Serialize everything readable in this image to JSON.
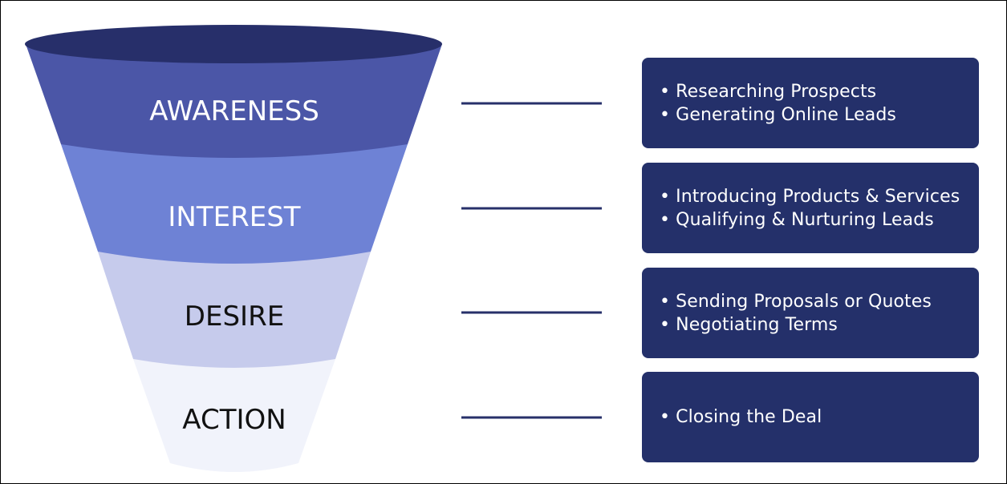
{
  "stages": [
    {
      "label": "AWARENESS",
      "fill": "#4b56a7",
      "text_color": "#ffffff",
      "items": [
        "• Researching Prospects",
        "• Generating Online Leads"
      ]
    },
    {
      "label": "INTEREST",
      "fill": "#6e82d5",
      "text_color": "#ffffff",
      "items": [
        "• Introducing Products & Services",
        "• Qualifying & Nurturing Leads"
      ]
    },
    {
      "label": "DESIRE",
      "fill": "#c6cbec",
      "text_color": "#111111",
      "items": [
        "• Sending Proposals or Quotes",
        "• Negotiating Terms"
      ]
    },
    {
      "label": "ACTION",
      "fill": "#f1f3fb",
      "text_color": "#111111",
      "items": [
        "• Closing the Deal"
      ]
    }
  ],
  "colors": {
    "funnel_top": "#272f6a",
    "connector": "#27306a",
    "box_fill": "#24306a",
    "border": "#000000"
  }
}
